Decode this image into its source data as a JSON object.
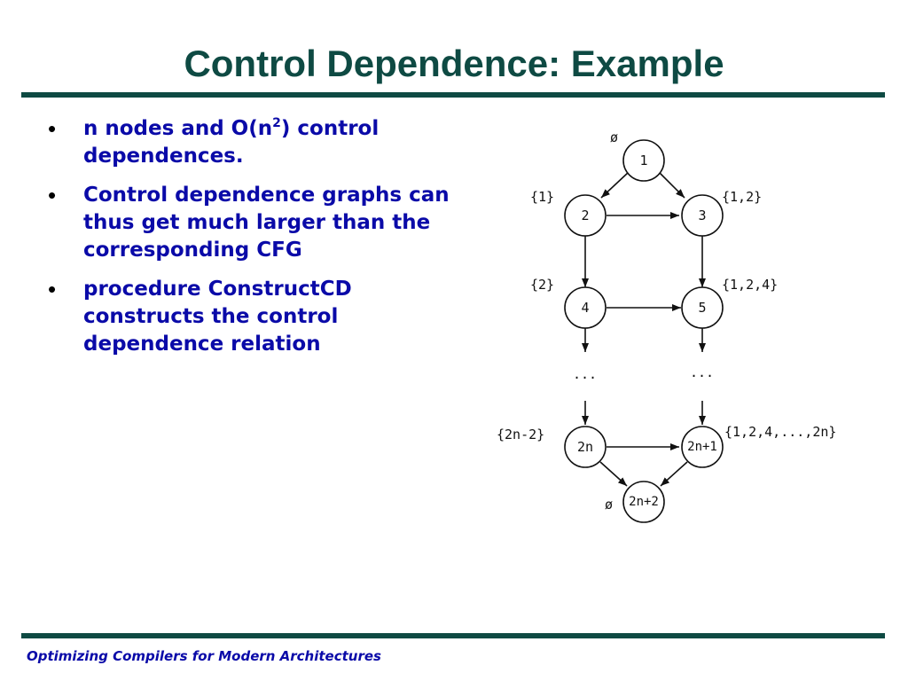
{
  "slide": {
    "title": "Control Dependence: Example",
    "footer": "Optimizing Compilers for Modern Architectures"
  },
  "bullets": [
    {
      "pre": "n nodes and O(n",
      "sup": "2",
      "post": ") control dependences."
    },
    {
      "text": "Control dependence graphs can thus get much larger than the corresponding CFG"
    },
    {
      "text": "procedure ConstructCD constructs the control dependence relation"
    }
  ],
  "diagram": {
    "nodes": {
      "n1": "1",
      "n2": "2",
      "n3": "3",
      "n4": "4",
      "n5": "5",
      "n2n": "2n",
      "n2n1": "2n+1",
      "n2n2": "2n+2"
    },
    "labels": {
      "l1": "ø",
      "l2": "{1}",
      "l3": "{1,2}",
      "l4": "{2}",
      "l5": "{1,2,4}",
      "l2n": "{2n-2}",
      "l2n1": "{1,2,4,...,2n}",
      "l2n2": "ø"
    },
    "ellipsis_left": "...",
    "ellipsis_right": "..."
  },
  "colors": {
    "title": "#0e4a43",
    "rule": "#0e4a43",
    "bullet_text": "#0a0aa8",
    "footer_text": "#0a0aa8"
  }
}
